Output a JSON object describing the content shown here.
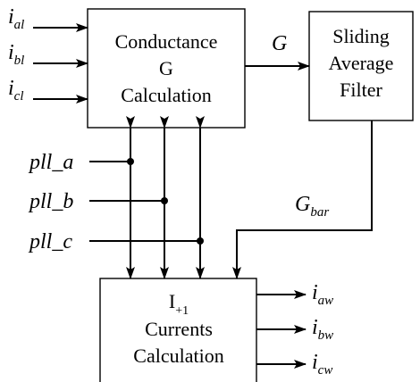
{
  "blocks": {
    "conductance": {
      "lines": [
        "Conductance",
        "G",
        "Calculation"
      ]
    },
    "filter": {
      "lines": [
        "Sliding",
        "Average",
        "Filter"
      ]
    },
    "currents": {
      "line1_main": "I",
      "line1_sub": "+1",
      "lines": [
        "Currents",
        "Calculation"
      ]
    }
  },
  "signals": {
    "ial": {
      "main": "i",
      "sub": "al"
    },
    "ibl": {
      "main": "i",
      "sub": "bl"
    },
    "icl": {
      "main": "i",
      "sub": "cl"
    },
    "g": "G",
    "gbar": {
      "main": "G",
      "sub": "bar"
    },
    "pll_a": "pll_a",
    "pll_b": "pll_b",
    "pll_c": "pll_c",
    "iaw": {
      "main": "i",
      "sub": "aw"
    },
    "ibw": {
      "main": "i",
      "sub": "bw"
    },
    "icw": {
      "main": "i",
      "sub": "cw"
    }
  }
}
